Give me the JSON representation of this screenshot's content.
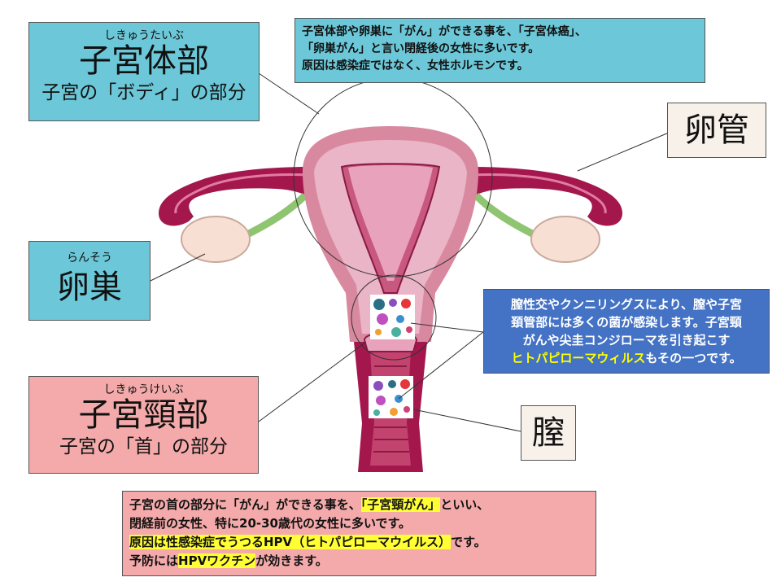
{
  "labels": {
    "body": {
      "ruby": "しきゅうたいぶ",
      "title": "子宮体部",
      "sub": "子宮の「ボディ」の部分"
    },
    "ovary": {
      "ruby": "らんそう",
      "title": "卵巣"
    },
    "cervix": {
      "ruby": "しきゅうけいぶ",
      "title": "子宮頸部",
      "sub": "子宮の「首」の部分"
    },
    "tube": {
      "title": "卵管"
    },
    "vagina": {
      "title": "膣"
    }
  },
  "notes": {
    "body_cancer": {
      "line1": "子宮体部や卵巣に「がん」ができる事を、「子宮体癌」、",
      "line2": "「卵巣がん」と言い閉経後の女性に多いです。",
      "line3": "原因は感染症ではなく、女性ホルモンです。"
    },
    "infection": {
      "line1": "膣性交やクンニリングスにより、膣や子宮",
      "line2": "頚管部には多くの菌が感染します。子宮頸",
      "line3": "がんや尖圭コンジローマを引き起こす",
      "line4_hl": "ヒトパピローマウィルス",
      "line4_rest": "もその一つです。"
    },
    "cervical_cancer": {
      "line1_a": "子宮の首の部分に「がん」ができる事を、",
      "line1_hl": "「子宮頸がん」",
      "line1_b": "といい、",
      "line2": "閉経前の女性、特に20-30歳代の女性に多いです。",
      "line3_hl": "原因は性感染症でうつるHPV（ヒトパピローマウイルス）",
      "line3_b": "です。",
      "line4_a": "予防には",
      "line4_hl": "HPVワクチン",
      "line4_b": "が効きます。"
    }
  },
  "colors": {
    "teal_box": "#6cc8d8",
    "pink_box": "#f4aaaa",
    "blue_box": "#4472c4",
    "cream_box": "#f7f1ea",
    "highlight": "#ffff33",
    "uterus_wall": "#a3174d",
    "uterus_inner": "#e8a3bb",
    "ovary": "#f7dfd4",
    "ligament": "#8fc470"
  }
}
